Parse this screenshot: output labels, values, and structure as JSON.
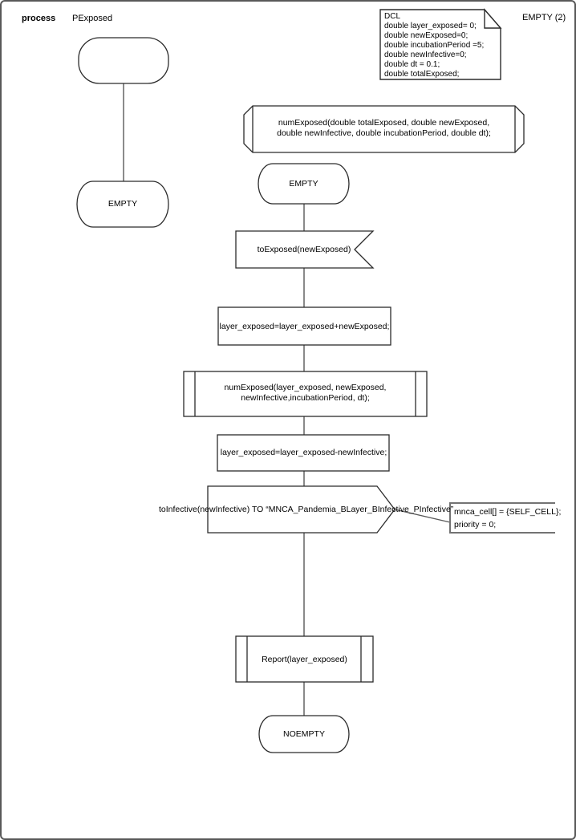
{
  "page": {
    "border_color": "#595959",
    "keyword": "process",
    "process_name": "PExposed",
    "top_right_label": "EMPTY (2)"
  },
  "dcl_note": {
    "lines": [
      "DCL",
      "double layer_exposed= 0;",
      "double newExposed=0;",
      "double incubationPeriod =5;",
      "double newInfective=0;",
      "double dt = 0.1;",
      "double totalExposed;"
    ]
  },
  "shapes": {
    "procedure_declaration": {
      "lines": [
        "numExposed(double totalExposed, double newExposed,",
        "double newInfective, double incubationPeriod, double dt);"
      ]
    },
    "state_empty_left": {
      "label": "EMPTY"
    },
    "state_empty": {
      "label": "EMPTY"
    },
    "input_signal": {
      "label": "toExposed(newExposed)"
    },
    "task_add": {
      "label": "layer_exposed=layer_exposed+newExposed;"
    },
    "procedure_call": {
      "lines": [
        "numExposed(layer_exposed, newExposed,",
        "newInfective,incubationPeriod, dt);"
      ]
    },
    "task_sub": {
      "label": "layer_exposed=layer_exposed-newInfective;"
    },
    "output_signal": {
      "label": "toInfective(newInfective) TO “MNCA_Pandemia_BLayer_BInfective_PInfective”"
    },
    "comment": {
      "lines": [
        "mnca_cell[] = {SELF_CELL};",
        "priority = 0;"
      ]
    },
    "report_call": {
      "label": "Report(layer_exposed)"
    },
    "state_noempty": {
      "label": "NOEMPTY"
    }
  }
}
